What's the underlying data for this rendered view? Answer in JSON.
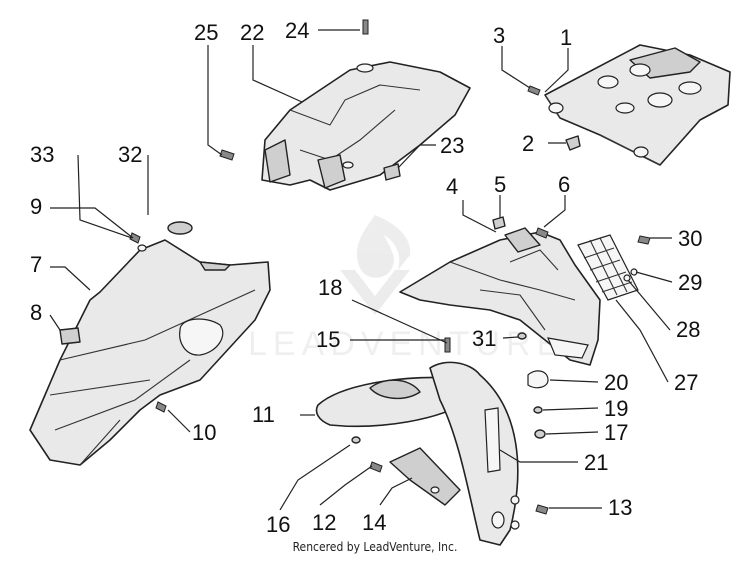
{
  "callouts": {
    "c1": "1",
    "c2": "2",
    "c3": "3",
    "c4": "4",
    "c5": "5",
    "c6": "6",
    "c7": "7",
    "c8": "8",
    "c9": "9",
    "c10": "10",
    "c11": "11",
    "c12": "12",
    "c13": "13",
    "c14": "14",
    "c15": "15",
    "c16": "16",
    "c17": "17",
    "c18": "18",
    "c19": "19",
    "c20": "20",
    "c21": "21",
    "c22": "22",
    "c23": "23",
    "c24": "24",
    "c25": "25",
    "c27": "27",
    "c28": "28",
    "c29": "29",
    "c30": "30",
    "c31": "31",
    "c32": "32",
    "c33": "33"
  },
  "watermark": {
    "text": "LEADVENTURE"
  },
  "footer": {
    "credit": "Rencered by LeadVenture, Inc."
  }
}
